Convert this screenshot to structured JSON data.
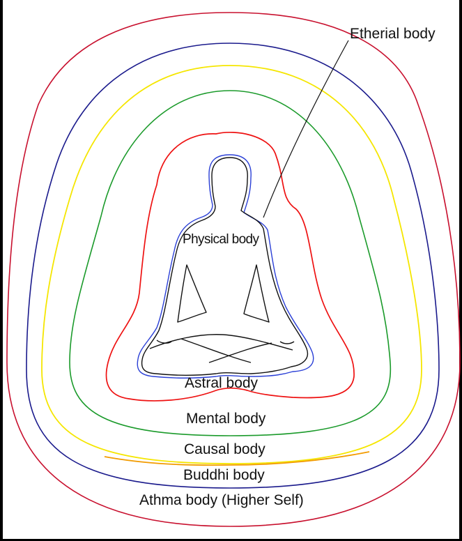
{
  "labels": {
    "etherial": "Etherial body",
    "physical": "Physical body",
    "astral": "Astral body",
    "mental": "Mental body",
    "causal": "Causal body",
    "buddhi": "Buddhi body",
    "athma": "Athma body (Higher Self)"
  },
  "colors": {
    "athma": "#c8102e",
    "buddhi": "#1a1a8c",
    "causal_yellow": "#f5e600",
    "causal_orange": "#f29b00",
    "mental": "#1a9a2a",
    "astral": "#ee1111",
    "etherial": "#2a3fd6",
    "physical": "#111111"
  }
}
